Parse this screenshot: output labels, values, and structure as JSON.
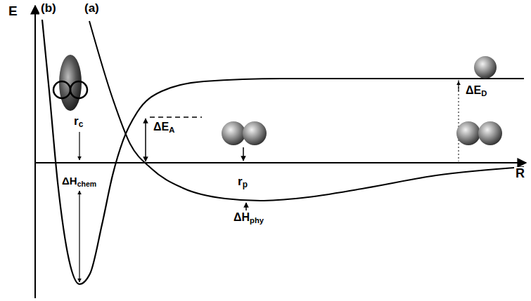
{
  "diagram": {
    "labels": [
      "E",
      "(b)",
      "(a)",
      "rc",
      "ΔEA",
      "rp",
      "ΔED",
      "ΔHchem",
      "ΔHphy",
      "R"
    ]
  }
}
